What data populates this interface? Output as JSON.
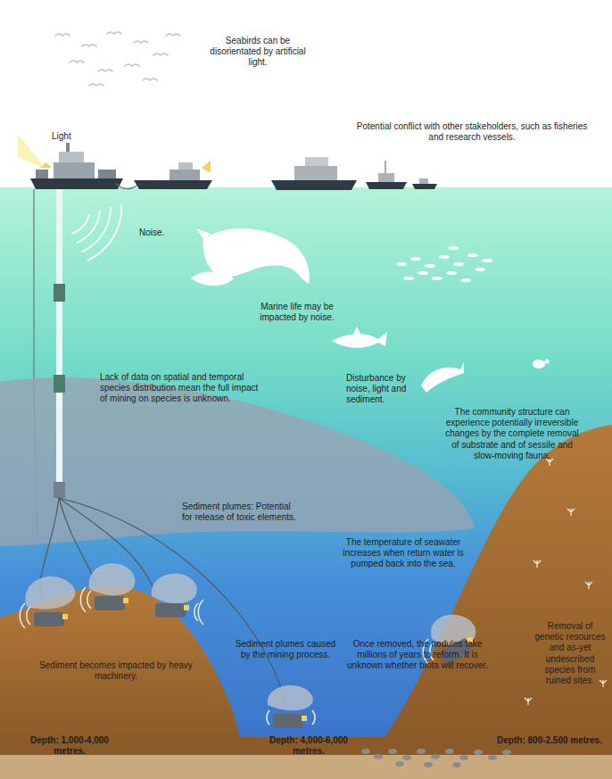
{
  "diagram": {
    "labels": [
      "Seabirds can be disorientated by artificial light.",
      "Light",
      "Potential conflict with other stakeholders, such as fisheries and research vessels.",
      "Noise.",
      "Marine life may be impacted by noise.",
      "Lack of data on spatial and temporal species distribution mean the full impact of mining on species is unknown.",
      "Disturbance by noise, light and sediment.",
      "The community structure can experience potentially irreversible changes by the complete removal of substrate and of sessile and slow-moving fauna.",
      "Sediment plumes: Potential for release of toxic elements.",
      "The temperature of seawater increases when return water is pumped back into the sea.",
      "Sediment becomes impacted by heavy machinery.",
      "Sediment plumes caused by the mining process.",
      "Once removed, the nodules take millions of years to reform. It is unknown whether biota will recover.",
      "Removal of genetic resources and as-yet undescribed species from ruined sites.",
      "Depth: 1,000-4,000 metres.",
      "Depth: 4,000-6,000 metres.",
      "Depth: 800-2,500 metres."
    ]
  }
}
